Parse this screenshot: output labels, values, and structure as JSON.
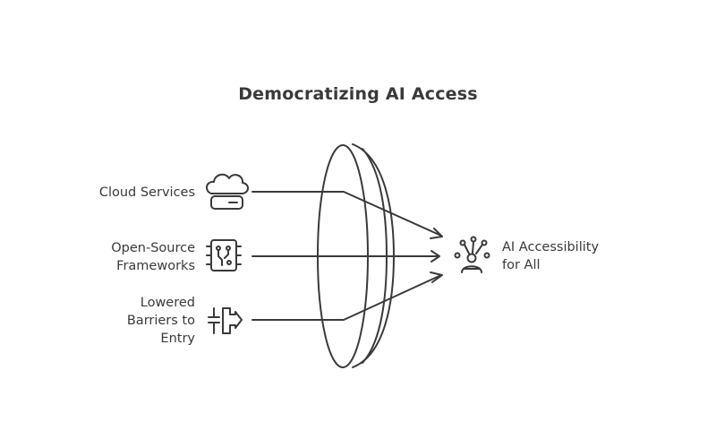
{
  "title": "Democratizing AI Access",
  "inputs": [
    {
      "lines": [
        "Cloud Services"
      ],
      "icon": "cloud-server-icon"
    },
    {
      "lines": [
        "Open-Source",
        "Frameworks"
      ],
      "icon": "circuit-chip-icon"
    },
    {
      "lines": [
        "Lowered",
        "Barriers to",
        "Entry"
      ],
      "icon": "barrier-arrow-icon"
    }
  ],
  "output": {
    "lines": [
      "AI Accessibility",
      "for All"
    ],
    "icon": "person-network-icon"
  },
  "colors": {
    "stroke": "#3a3a3a",
    "text": "#3a3a3a",
    "background": "#ffffff"
  }
}
